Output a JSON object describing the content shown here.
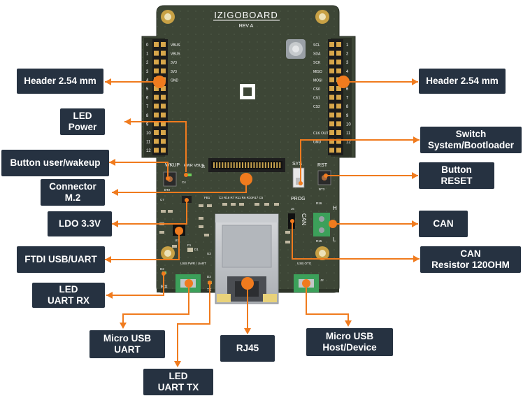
{
  "board": {
    "brand": "IZIGOBOARD",
    "revision": "REV A",
    "silkscreen": {
      "left_header_signals": [
        "VBUS",
        "VBUS",
        "3V3",
        "3V3",
        "GND"
      ],
      "right_header_signals": [
        "SCL",
        "SDA",
        "SCK",
        "MISO",
        "MOSI",
        "CS0",
        "CS1",
        "CS2",
        "",
        "",
        "CLK OUT",
        "GND"
      ],
      "left_header_numbers": [
        "0",
        "1",
        "2",
        "3",
        "4",
        "5",
        "6",
        "7",
        "8",
        "9",
        "10",
        "11",
        "12"
      ],
      "right_header_numbers": [
        "1",
        "2",
        "3",
        "4",
        "5",
        "6",
        "7",
        "8",
        "9",
        "10",
        "11",
        "12"
      ],
      "wkup": "WKUP",
      "pwr_vbus": "PWR VBUS",
      "sys": "SYS",
      "rst": "RST",
      "prog": "PROG",
      "can": "CAN",
      "h": "H",
      "l": "L",
      "usb_pwr_uart": "USB PWR / UART",
      "usb_otg": "USB OTG",
      "rx": "RX",
      "tx": "TX",
      "bt2": "BT2",
      "bt3": "BT3",
      "j6": "J6",
      "j2": "J2",
      "j1": "J1",
      "r16": "R16",
      "r15": "R15",
      "c4": "C4",
      "c7": "C7",
      "d1": "D1",
      "d2": "D2",
      "d3": "D3",
      "f1": "F1",
      "u1": "U1",
      "u3": "U3",
      "fb1": "FB1",
      "parts_row": "C3 R18 R7  R11    R6  R10R17 C5"
    }
  },
  "labels": {
    "header_left": [
      "Header 2.54 mm"
    ],
    "header_right": [
      "Header 2.54 mm"
    ],
    "led_power": [
      "LED",
      "Power"
    ],
    "button_user": [
      "Button user/wakeup"
    ],
    "connector_m2": [
      "Connector",
      "M.2"
    ],
    "ldo": [
      "LDO 3.3V"
    ],
    "ftdi": [
      "FTDI USB/UART"
    ],
    "led_uart_rx": [
      "LED",
      "UART RX"
    ],
    "micro_usb_uart": [
      "Micro USB",
      "UART"
    ],
    "led_uart_tx": [
      "LED",
      "UART TX"
    ],
    "rj45": [
      "RJ45"
    ],
    "micro_usb_host": [
      "Micro USB",
      "Host/Device"
    ],
    "switch": [
      "Switch",
      "System/Bootloader"
    ],
    "button_reset": [
      "Button",
      "RESET"
    ],
    "can": [
      "CAN"
    ],
    "can_resistor": [
      "CAN",
      "Resistor 120OHM"
    ]
  },
  "colors": {
    "pcb": "#3d4636",
    "accent_orange": "#f07b1e",
    "label_bg": "#263241",
    "terminal_green": "#3ca05a"
  }
}
